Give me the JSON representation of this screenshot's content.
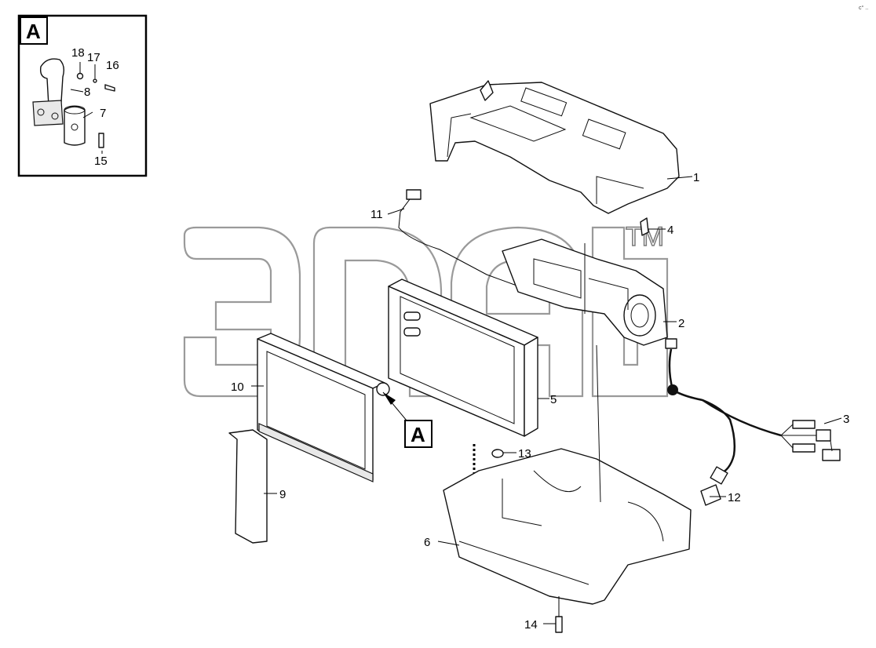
{
  "watermark": {
    "tm": "TM"
  },
  "detail": {
    "letter": "A"
  },
  "callout": {
    "letter": "A"
  },
  "corner_mark": "c° ..",
  "labels": {
    "p1": "1",
    "p2": "2",
    "p3": "3",
    "p4": "4",
    "p5": "5",
    "p6": "6",
    "p7": "7",
    "p8": "8",
    "p9": "9",
    "p10": "10",
    "p11": "11",
    "p12": "12",
    "p13": "13",
    "p14": "14",
    "p15": "15",
    "p16": "16",
    "p17": "17",
    "p18": "18"
  }
}
